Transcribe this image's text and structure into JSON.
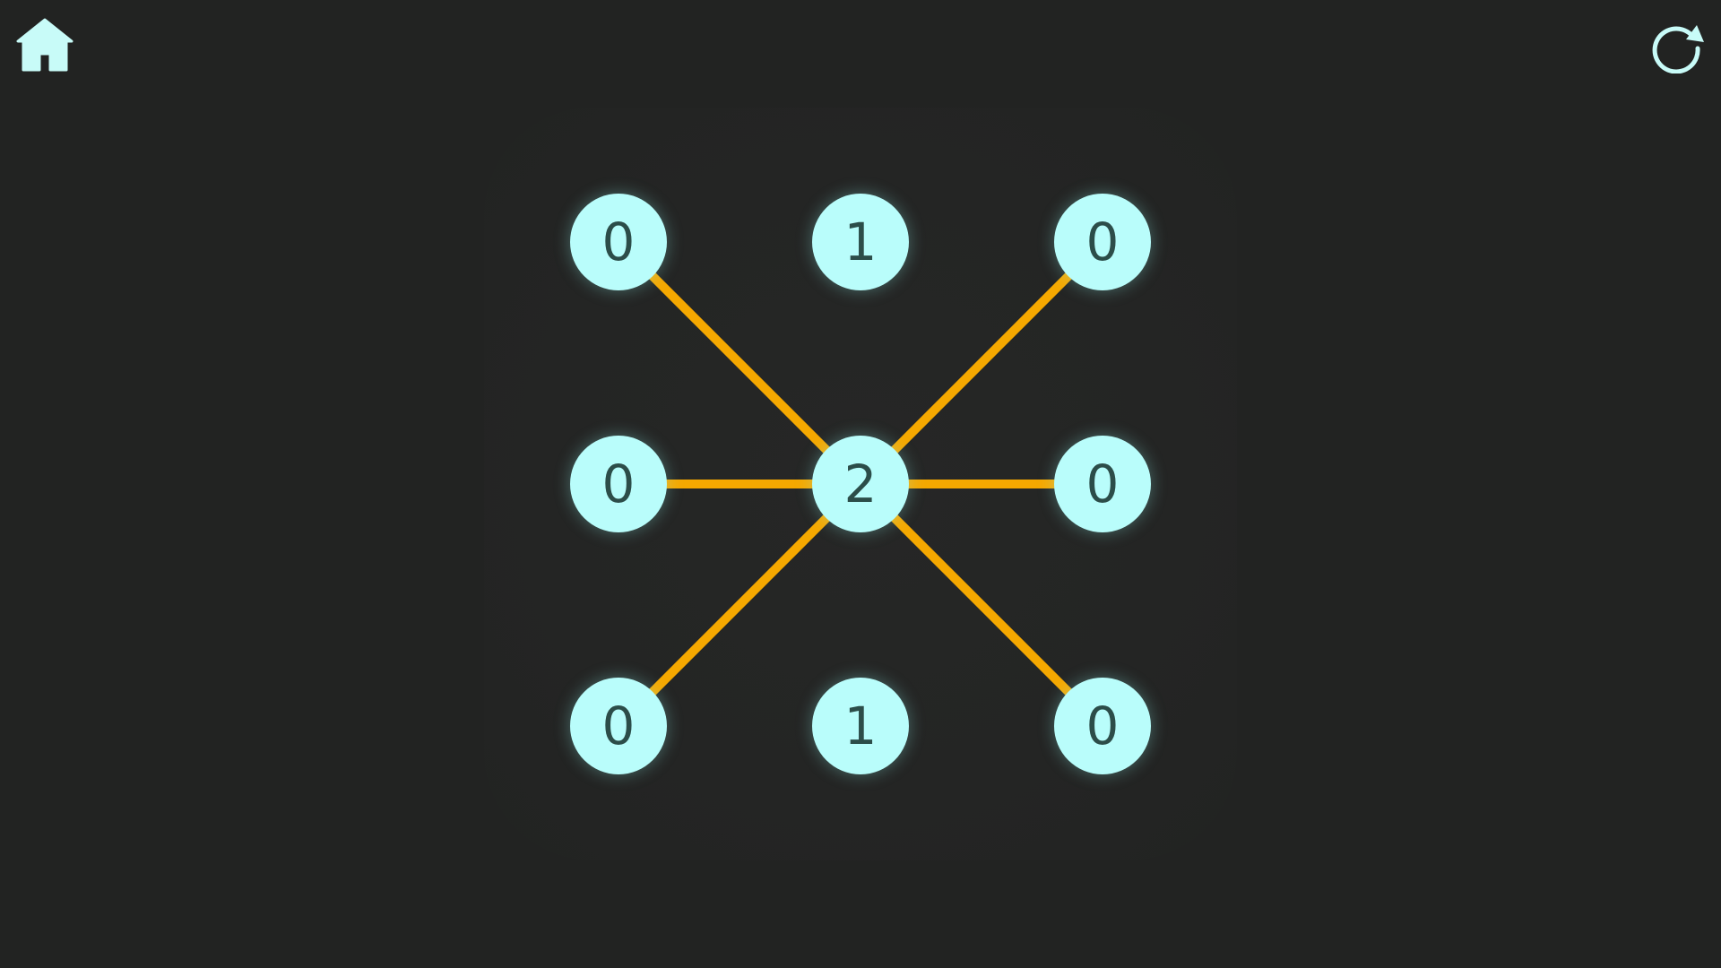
{
  "toolbar": {
    "home_icon": "home-icon",
    "restart_icon": "restart-icon"
  },
  "colors": {
    "background": "#222322",
    "node_fill": "#b9fdfb",
    "node_text": "#2c4d49",
    "link": "#f5a800",
    "icon": "#c8fbf8"
  },
  "board": {
    "rows": 3,
    "cols": 3,
    "nodes": [
      {
        "row": 0,
        "col": 0,
        "value": "0"
      },
      {
        "row": 0,
        "col": 1,
        "value": "1"
      },
      {
        "row": 0,
        "col": 2,
        "value": "0"
      },
      {
        "row": 1,
        "col": 0,
        "value": "0"
      },
      {
        "row": 1,
        "col": 1,
        "value": "2"
      },
      {
        "row": 1,
        "col": 2,
        "value": "0"
      },
      {
        "row": 2,
        "col": 0,
        "value": "0"
      },
      {
        "row": 2,
        "col": 1,
        "value": "1"
      },
      {
        "row": 2,
        "col": 2,
        "value": "0"
      }
    ],
    "links": [
      {
        "from": [
          1,
          1
        ],
        "to": [
          0,
          0
        ]
      },
      {
        "from": [
          1,
          1
        ],
        "to": [
          0,
          2
        ]
      },
      {
        "from": [
          1,
          1
        ],
        "to": [
          1,
          0
        ]
      },
      {
        "from": [
          1,
          1
        ],
        "to": [
          1,
          2
        ]
      },
      {
        "from": [
          1,
          1
        ],
        "to": [
          2,
          0
        ]
      },
      {
        "from": [
          1,
          1
        ],
        "to": [
          2,
          2
        ]
      }
    ]
  }
}
